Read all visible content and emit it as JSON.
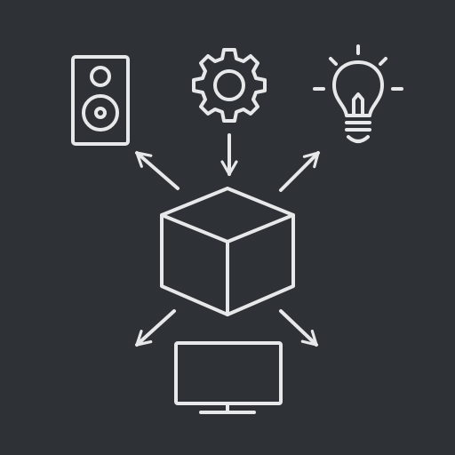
{
  "colors": {
    "background": "#2e3135",
    "stroke": "#e6e8ea"
  },
  "nodes": [
    {
      "id": "hub",
      "icon": "cube-icon"
    },
    {
      "id": "audio",
      "icon": "speaker-icon"
    },
    {
      "id": "settings",
      "icon": "gear-icon"
    },
    {
      "id": "idea",
      "icon": "lightbulb-icon"
    },
    {
      "id": "display",
      "icon": "monitor-icon"
    }
  ],
  "edges": [
    {
      "from": "hub",
      "to": "audio",
      "direction": "outward"
    },
    {
      "from": "settings",
      "to": "hub",
      "direction": "inward"
    },
    {
      "from": "hub",
      "to": "idea",
      "direction": "outward"
    },
    {
      "from": "hub",
      "to": "display",
      "direction": "outward"
    },
    {
      "from": "hub",
      "to": "display",
      "direction": "outward"
    }
  ]
}
